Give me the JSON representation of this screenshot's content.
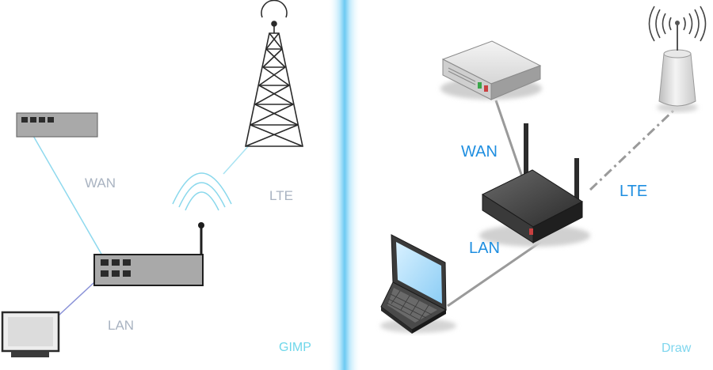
{
  "left_panel": {
    "tool_label": "GIMP",
    "wan_label": "WAN",
    "lan_label": "LAN",
    "lte_label": "LTE"
  },
  "right_panel": {
    "tool_label": "Draw",
    "wan_label": "WAN",
    "lan_label": "LAN",
    "lte_label": "LTE"
  },
  "colors": {
    "left_text": "#a9b3c1",
    "right_text": "#1e8ee0",
    "divider": "#8fd8f5",
    "wan_link_left": "#8fd9ee",
    "lan_link_left": "#8b93d8"
  }
}
